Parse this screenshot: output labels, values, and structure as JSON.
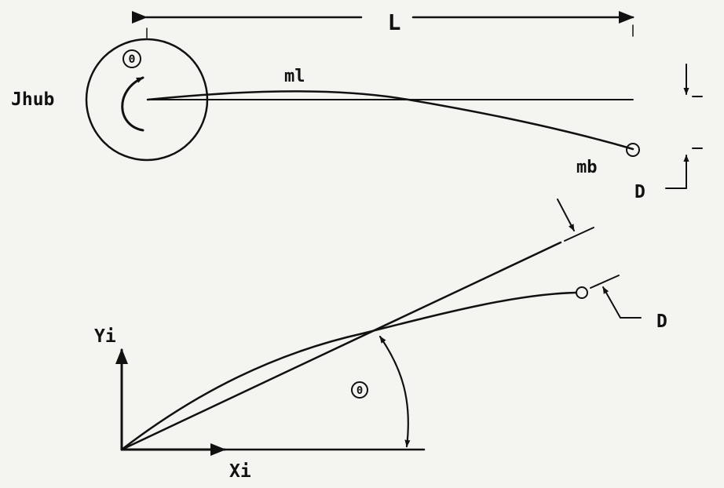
{
  "top_view": {
    "length_label": "L",
    "hub_label": "Jhub",
    "link_mass_label": "ml",
    "tip_mass_label": "mb",
    "deflection_label": "D",
    "hub_angle_symbol": "Θ"
  },
  "bottom_view": {
    "y_axis_label": "Yi",
    "x_axis_label": "Xi",
    "angle_symbol": "Θ",
    "deflection_label": "D"
  }
}
